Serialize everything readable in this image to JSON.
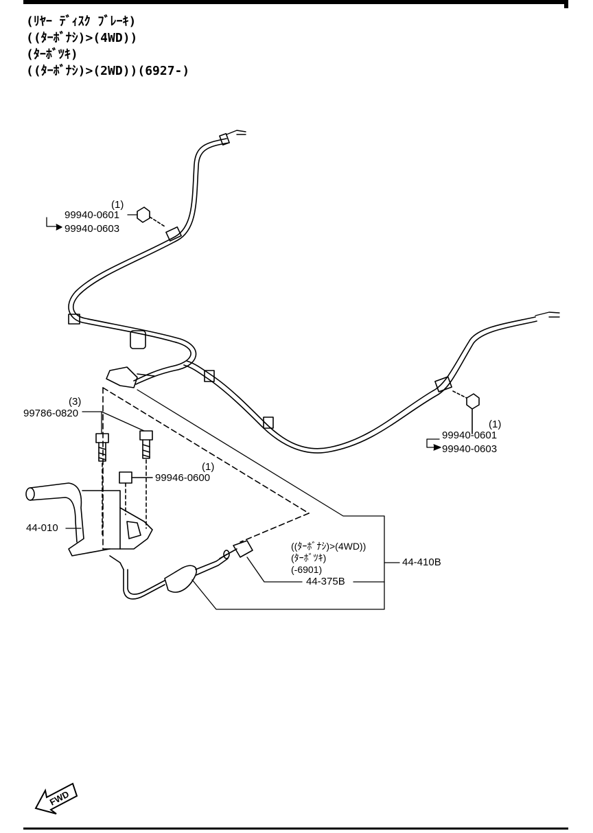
{
  "header": {
    "line1": "(ﾘﾔｰ ﾃﾞｨｽｸ ﾌﾞﾚｰｷ)",
    "line2": "((ﾀｰﾎﾞﾅｼ)>(4WD))",
    "line3": "(ﾀｰﾎﾞﾂｷ)",
    "line4": "((ﾀｰﾎﾞﾅｼ)>(2WD))(6927-)"
  },
  "labels": {
    "qty_nut_left": "(1)",
    "nut_left_a": "99940-0601",
    "nut_left_b": "99940-0603",
    "qty_bolt": "(3)",
    "bolt": "99786-0820",
    "qty_nut_mid": "(1)",
    "nut_mid": "99946-0600",
    "lever": "44-010",
    "qty_nut_right": "(1)",
    "nut_right_a": "99940-0601",
    "nut_right_b": "99940-0603",
    "cond_1": "((ﾀｰﾎﾞﾅｼ)>(4WD))",
    "cond_2": "(ﾀｰﾎﾞﾂｷ)",
    "cond_3": "(-6901)",
    "cable_front": "44-410B",
    "cable_adj": "44-375B",
    "fwd": "FWD"
  }
}
